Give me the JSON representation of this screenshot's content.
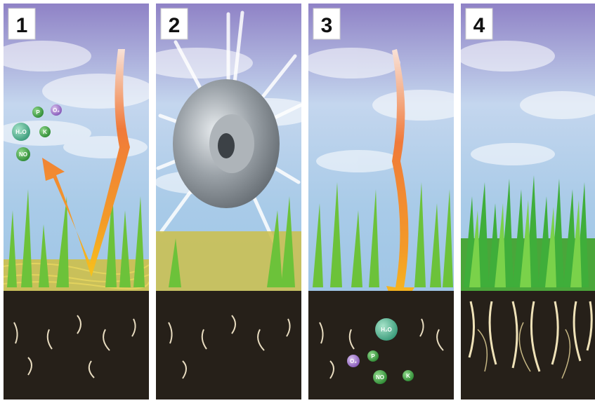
{
  "panels": [
    {
      "number": "1"
    },
    {
      "number": "2"
    },
    {
      "number": "3"
    },
    {
      "number": "4"
    }
  ],
  "molecules": {
    "h2o": "H₂O",
    "p": "P",
    "o2": "O₂",
    "k": "K",
    "no": "NO"
  },
  "colors": {
    "sky_top": "#8f82c6",
    "sky_mid": "#c4d6ee",
    "sky_low": "#9fc6e6",
    "grass_green": "#6cc23a",
    "grass_yellow": "#cdbf4a",
    "soil": "#262019",
    "arrow_top": "#f5c7b0",
    "arrow_mid": "#f0803a",
    "arrow_bottom": "#f6b21a",
    "mol_green": "#3a9a3a",
    "mol_purple": "#9a6ec4",
    "aerator_disc": "#8f959b"
  },
  "icons": [
    "curved-arrow-icon",
    "aerator-disc-icon",
    "molecule-icon",
    "root-icon"
  ]
}
